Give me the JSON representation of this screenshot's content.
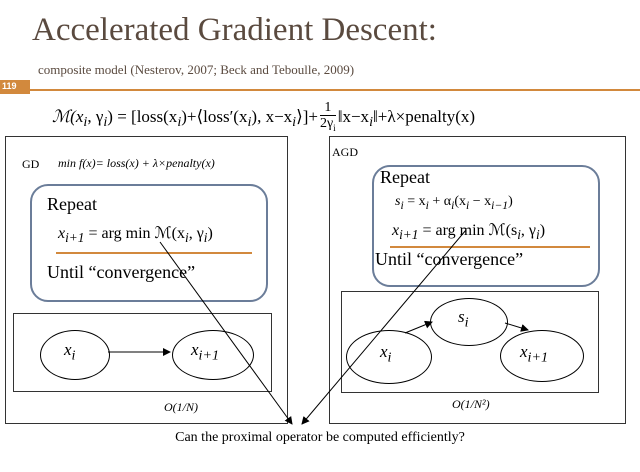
{
  "title": "Accelerated Gradient Descent:",
  "subtitle": "composite model (Nesterov, 2007; Beck and Teboulle, 2009)",
  "page_number": "119",
  "colors": {
    "accent": "#d2893d",
    "title": "#5a4a3f",
    "box_border": "#6b7d99"
  },
  "formula": {
    "lhs": "ℳ(x",
    "part1": "i",
    "part2": ", γ",
    "part3": "i",
    "part4": ") = [loss(x",
    "part5": "i",
    "part6": ")+⟨loss′(x",
    "part7": "i",
    "part8": "), x−x",
    "part9": "i",
    "part10": "⟩]+",
    "frac_num": "1",
    "frac_den": "2γ",
    "frac_den_sub": "i",
    "part11": "‖x−x",
    "part12": "i",
    "part13": "‖",
    "part14": "+λ×penalty(x)"
  },
  "gd": {
    "label": "GD",
    "objective": "min  f(x)= loss(x) + λ×penalty(x)",
    "repeat": "Repeat",
    "update_lhs": "x",
    "update_lhs_sub": "i+1",
    "update_rhs": " = arg min ℳ(x",
    "update_rhs_sub": "i",
    "update_rhs_end": ", γ",
    "update_rhs_sub2": "i",
    "update_close": ")",
    "until": "Until “convergence”",
    "node1": "x",
    "node1_sub": "i",
    "node2": "x",
    "node2_sub": "i+1",
    "complexity": "O(1/N)"
  },
  "agd": {
    "label": "AGD",
    "repeat": "Repeat",
    "s_line_a": "s",
    "s_line_a_sub": "i",
    "s_line_b": " = x",
    "s_line_b_sub": "i",
    "s_line_c": " + α",
    "s_line_c_sub": "i",
    "s_line_d": "(x",
    "s_line_d_sub": "i",
    "s_line_e": " − x",
    "s_line_e_sub": "i−1",
    "s_line_f": ")",
    "x_line_a": "x",
    "x_line_a_sub": "i+1",
    "x_line_b": " = arg min ℳ(s",
    "x_line_b_sub": "i",
    "x_line_c": ", γ",
    "x_line_c_sub": "i",
    "x_line_d": ")",
    "until": "Until “convergence”",
    "node_s": "s",
    "node_s_sub": "i",
    "node_x": "x",
    "node_x_sub": "i",
    "node_x1": "x",
    "node_x1_sub": "i+1",
    "complexity": "O(1/N²)"
  },
  "question": "Can the proximal operator be computed efficiently?"
}
